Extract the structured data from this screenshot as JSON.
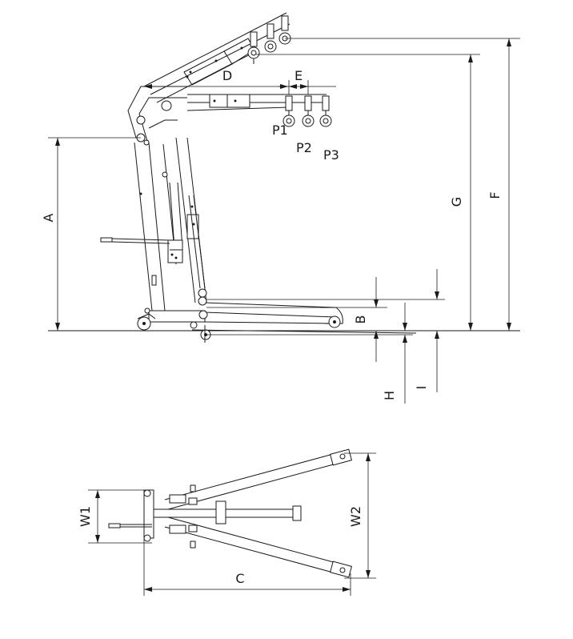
{
  "labels": {
    "A": "A",
    "B": "B",
    "C": "C",
    "D": "D",
    "E": "E",
    "F": "F",
    "G": "G",
    "H": "H",
    "I": "I",
    "W1": "W1",
    "W2": "W2",
    "P1": "P1",
    "P2": "P2",
    "P3": "P3"
  },
  "colors": {
    "line": "#1a1a1a",
    "background": "#ffffff"
  }
}
